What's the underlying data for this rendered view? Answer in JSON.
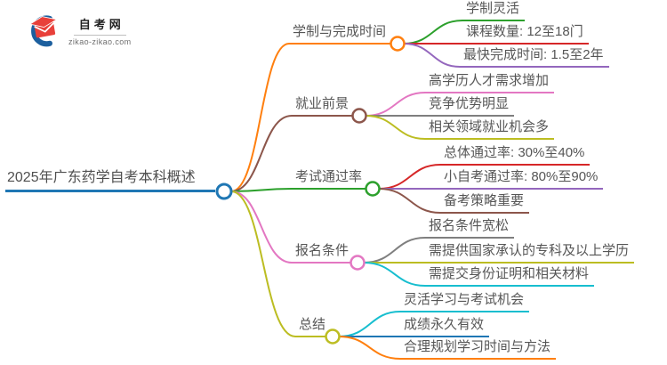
{
  "logo": {
    "title": "自考网",
    "domain": "zikao-zikao.com",
    "icon": "graduation-cap-icon"
  },
  "colors": {
    "blue": "#1f77b4",
    "orange": "#ff7f0e",
    "green": "#2ca02c",
    "red": "#d62728",
    "purple": "#9467bd",
    "brown": "#8c564b",
    "pink": "#e377c2",
    "gray": "#7f7f7f",
    "olive": "#bcbd22",
    "cyan": "#17becf",
    "text": "#565656",
    "background": "#ffffff",
    "brand_blue": "#1c5f9e",
    "brand_red": "#e8403a"
  },
  "mindmap": {
    "root": {
      "label": "2025年广东药学自考本科概述",
      "color": "blue"
    },
    "branches": [
      {
        "label": "学制与完成时间",
        "color": "orange",
        "children": [
          {
            "label": "学制灵活",
            "color": "green"
          },
          {
            "label": "课程数量: 12至18门",
            "color": "red"
          },
          {
            "label": "最快完成时间: 1.5至2年",
            "color": "purple"
          }
        ]
      },
      {
        "label": "就业前景",
        "color": "brown",
        "children": [
          {
            "label": "高学历人才需求增加",
            "color": "pink"
          },
          {
            "label": "竞争优势明显",
            "color": "gray"
          },
          {
            "label": "相关领域就业机会多",
            "color": "olive"
          }
        ]
      },
      {
        "label": "考试通过率",
        "color": "green",
        "children": [
          {
            "label": "总体通过率: 30%至40%",
            "color": "red"
          },
          {
            "label": "小自考通过率: 80%至90%",
            "color": "purple"
          },
          {
            "label": "备考策略重要",
            "color": "brown"
          }
        ]
      },
      {
        "label": "报名条件",
        "color": "pink",
        "children": [
          {
            "label": "报名条件宽松",
            "color": "gray"
          },
          {
            "label": "需提供国家承认的专科及以上学历",
            "color": "olive"
          },
          {
            "label": "需提交身份证明和相关材料",
            "color": "cyan"
          }
        ]
      },
      {
        "label": "总结",
        "color": "olive",
        "children": [
          {
            "label": "灵活学习与考试机会",
            "color": "cyan"
          },
          {
            "label": "成绩永久有效",
            "color": "blue"
          },
          {
            "label": "合理规划学习时间与方法",
            "color": "orange"
          }
        ]
      }
    ]
  }
}
